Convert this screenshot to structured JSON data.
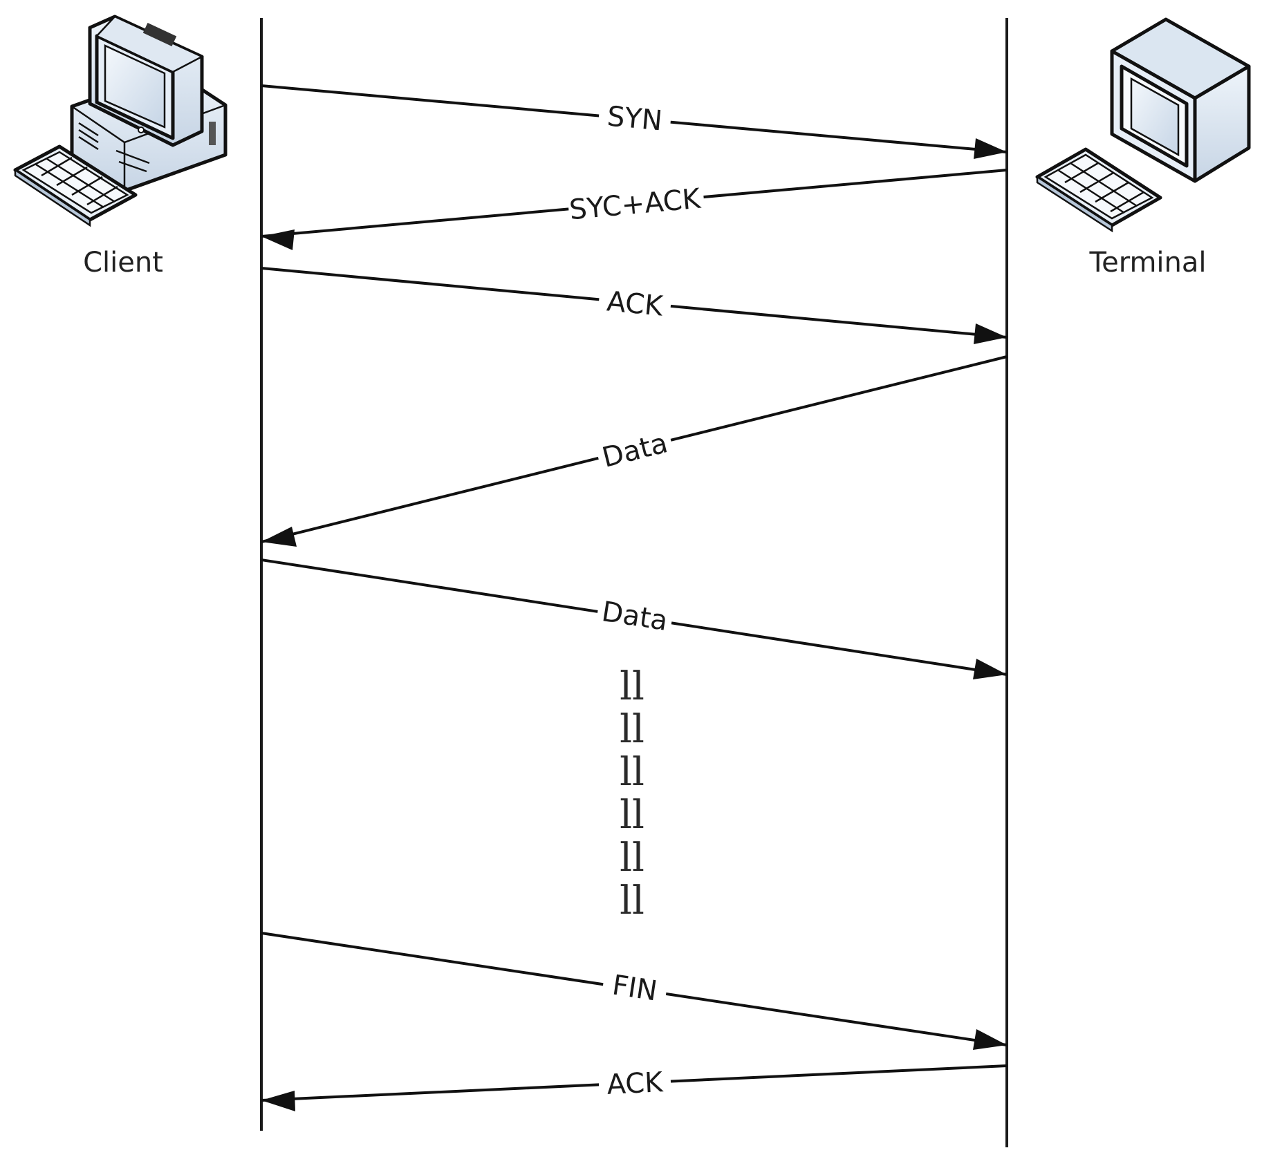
{
  "participants": {
    "left": {
      "label": "Client",
      "icon": "desktop-computer-icon"
    },
    "right": {
      "label": "Terminal",
      "icon": "terminal-computer-icon"
    }
  },
  "messages": [
    {
      "label": "SYN",
      "direction": "client-to-terminal"
    },
    {
      "label": "SYC+ACK",
      "direction": "terminal-to-client"
    },
    {
      "label": "ACK",
      "direction": "client-to-terminal"
    },
    {
      "label": "Data",
      "direction": "terminal-to-client"
    },
    {
      "label": "Data",
      "direction": "client-to-terminal"
    },
    {
      "label": "FIN",
      "direction": "client-to-terminal"
    },
    {
      "label": "ACK",
      "direction": "terminal-to-client"
    }
  ],
  "ellipsis": {
    "glyph": "ll",
    "count": 6
  },
  "colors": {
    "line": "#111111",
    "screen_frame": "#dfe8f2",
    "screen_glass": "#cfdcea",
    "case_light": "#e8f0f8",
    "case_shade": "#c9d6e4"
  }
}
